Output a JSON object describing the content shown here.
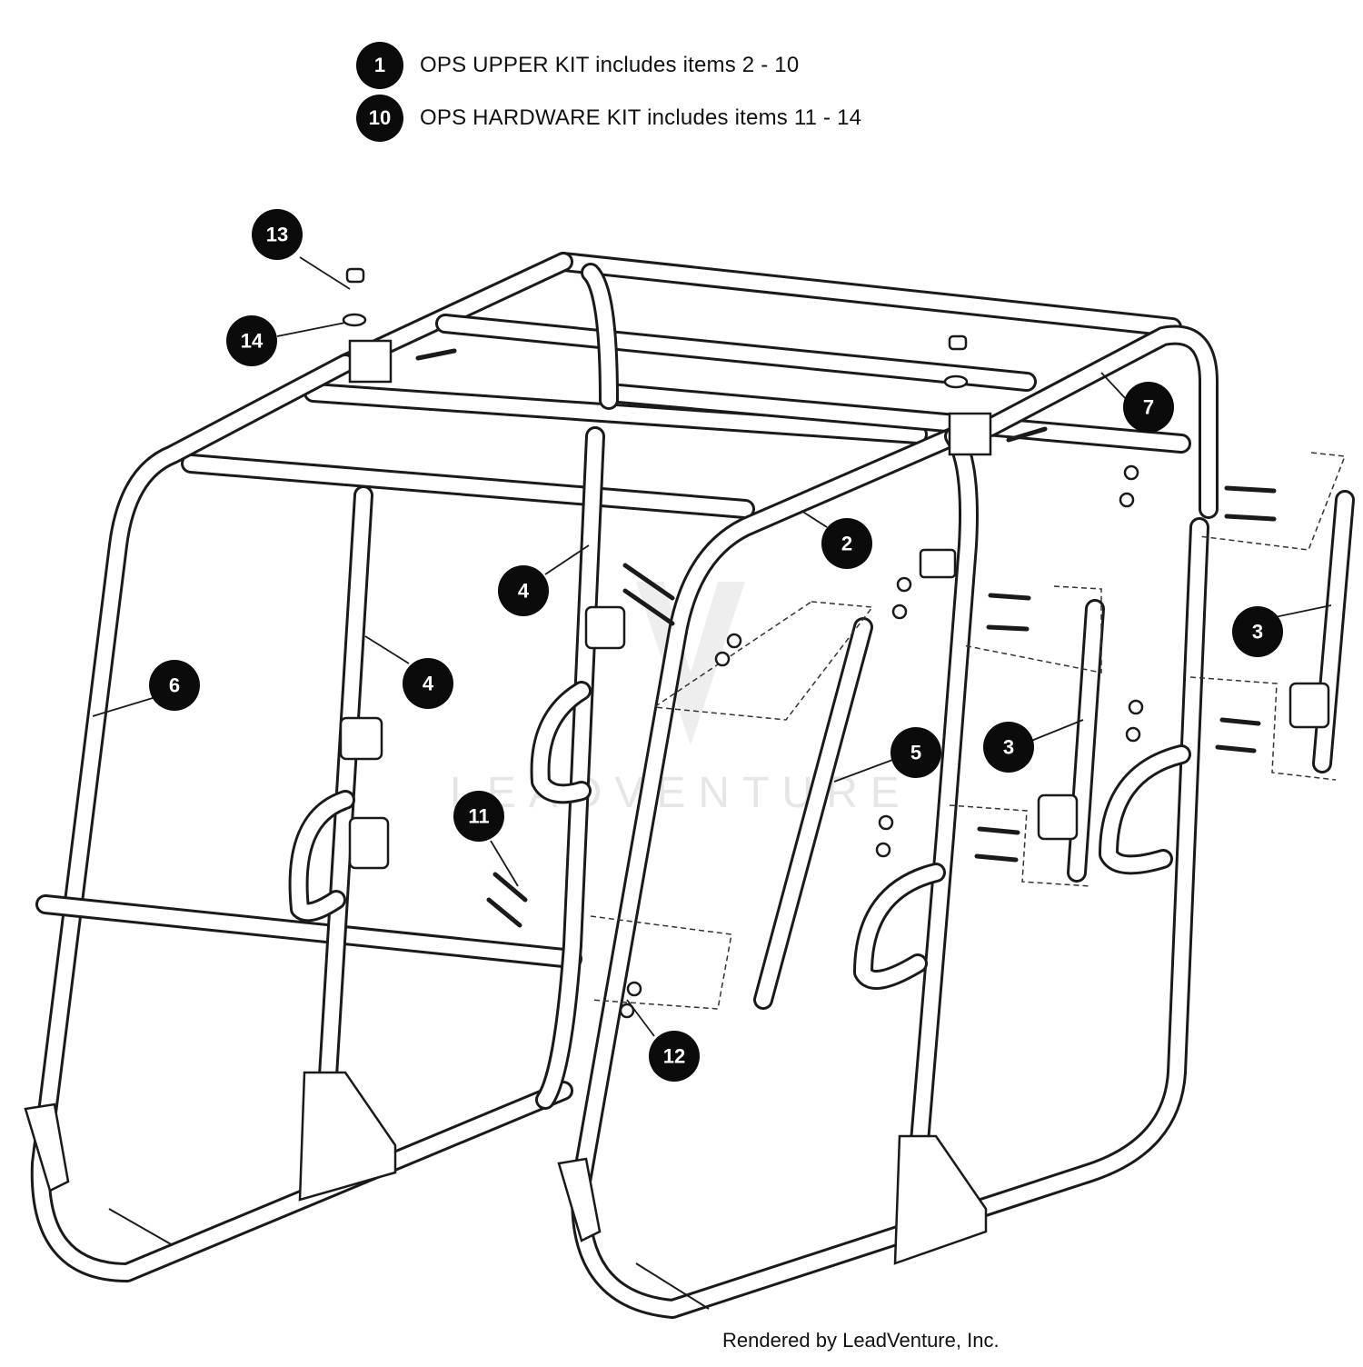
{
  "legend": [
    {
      "number": "1",
      "text": "OPS UPPER KIT includes items 2 - 10"
    },
    {
      "number": "10",
      "text": "OPS HARDWARE KIT includes items 11 - 14"
    }
  ],
  "callouts": [
    {
      "id": "13",
      "label": "13"
    },
    {
      "id": "14",
      "label": "14"
    },
    {
      "id": "7",
      "label": "7"
    },
    {
      "id": "2",
      "label": "2"
    },
    {
      "id": "4a",
      "label": "4"
    },
    {
      "id": "4b",
      "label": "4"
    },
    {
      "id": "6",
      "label": "6"
    },
    {
      "id": "3a",
      "label": "3"
    },
    {
      "id": "3b",
      "label": "3"
    },
    {
      "id": "5",
      "label": "5"
    },
    {
      "id": "11",
      "label": "11"
    },
    {
      "id": "12",
      "label": "12"
    }
  ],
  "watermark": "LEADVENTURE",
  "credit": "Rendered by LeadVenture, Inc."
}
